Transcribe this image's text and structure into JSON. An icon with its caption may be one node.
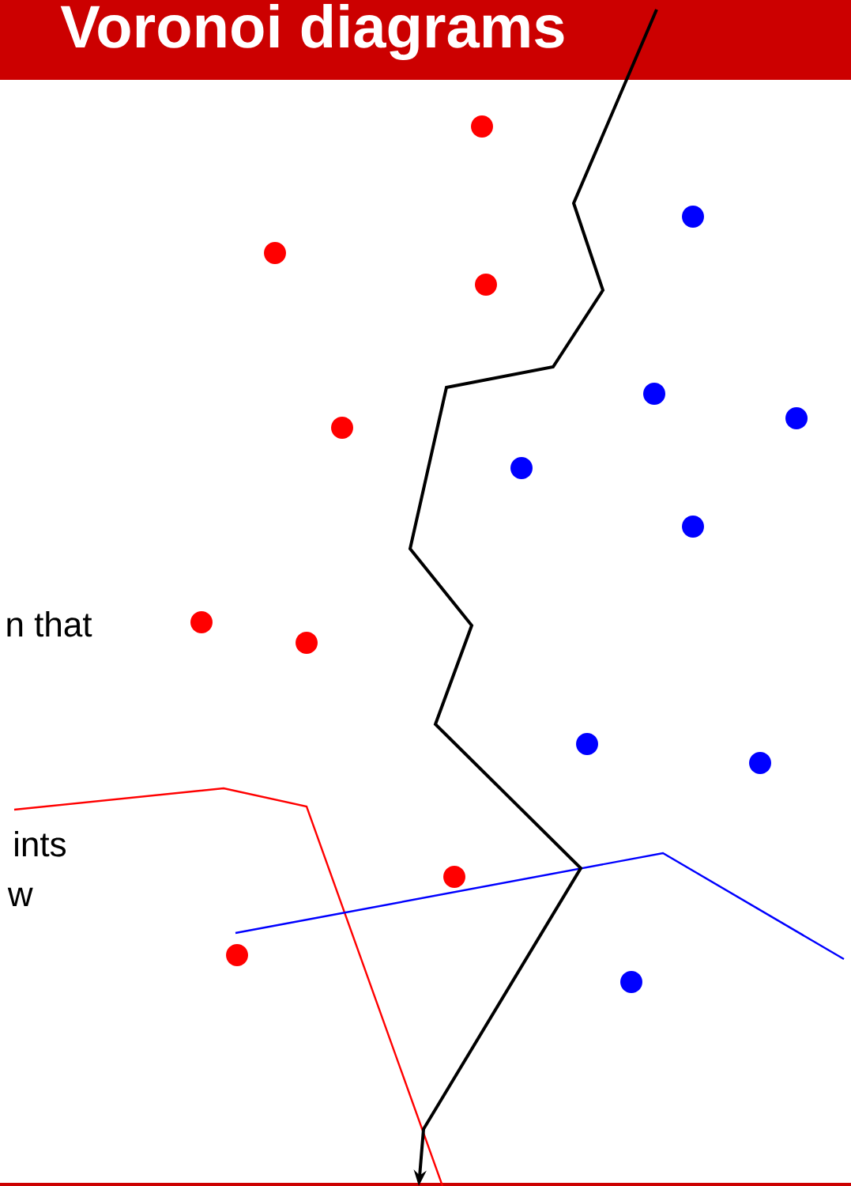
{
  "diagram": {
    "title": "Voronoi diagrams",
    "labels": [
      "n that",
      "ints",
      "w"
    ]
  }
}
